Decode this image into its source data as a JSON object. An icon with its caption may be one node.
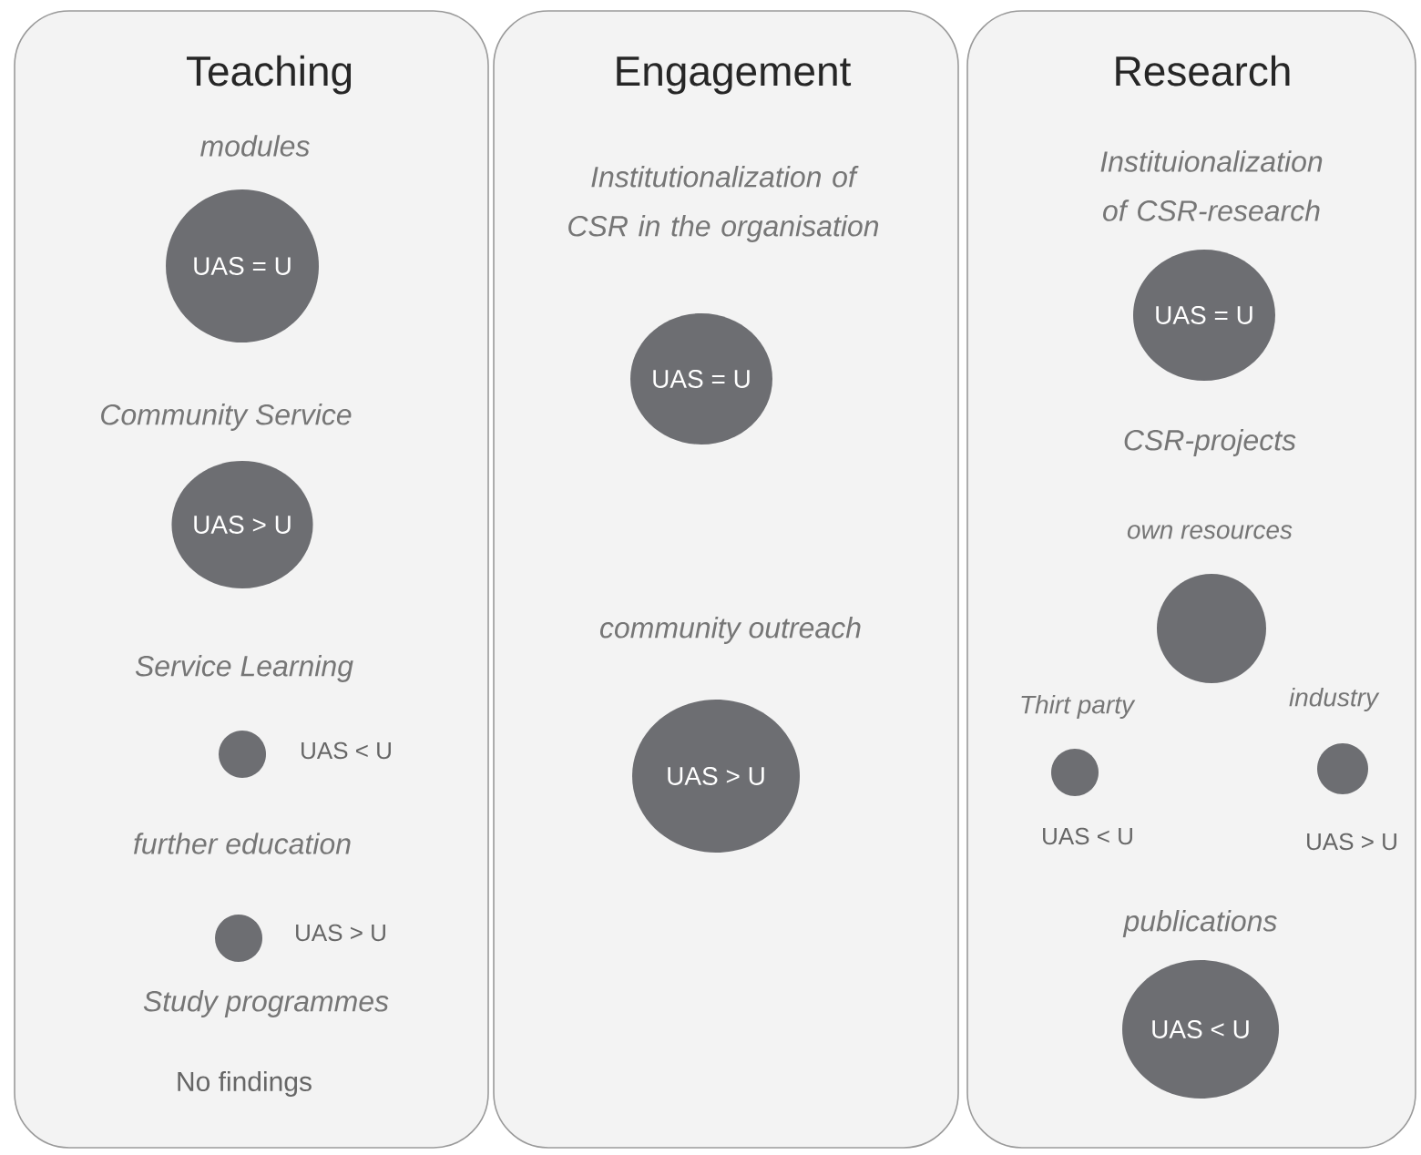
{
  "diagram": {
    "nodes": [
      {
        "text": [
          "Teaching"
        ]
      },
      {
        "text": [
          "UAS = U"
        ],
        "in": 0,
        "beside": [
          "modules"
        ]
      },
      {
        "text": [
          "UAS > U"
        ],
        "in": 0,
        "beside": [
          "Community Service"
        ]
      },
      {
        "text": [],
        "shape": "circle",
        "in": 0,
        "beside": [
          "Service Learning",
          "UAS < U"
        ]
      },
      {
        "text": [],
        "shape": "circle",
        "in": 0,
        "beside": [
          "further education",
          "UAS > U"
        ]
      },
      {
        "text": [
          "Engagement"
        ]
      },
      {
        "text": [
          "UAS = U"
        ],
        "in": 5,
        "beside": [
          "Institutionalization of CSR in the organisation"
        ]
      },
      {
        "text": [
          "UAS > U"
        ],
        "in": 5,
        "beside": [
          "community outreach"
        ]
      },
      {
        "text": [
          "Research"
        ]
      },
      {
        "text": [
          "UAS = U"
        ],
        "in": 8,
        "beside": [
          "Instituionalization of CSR-research"
        ]
      },
      {
        "text": [],
        "shape": "circle",
        "in": 8,
        "beside": [
          "own resources"
        ]
      },
      {
        "text": [],
        "shape": "circle",
        "in": 8,
        "beside": [
          "Thirt party",
          "UAS < U"
        ]
      },
      {
        "text": [],
        "shape": "circle",
        "in": 8,
        "beside": [
          "industry",
          "UAS > U"
        ]
      },
      {
        "text": [
          "UAS < U"
        ],
        "in": 8,
        "beside": [
          "publications"
        ]
      }
    ],
    "labels": [
      "Study programmes",
      "No findings",
      "CSR-projects"
    ]
  }
}
